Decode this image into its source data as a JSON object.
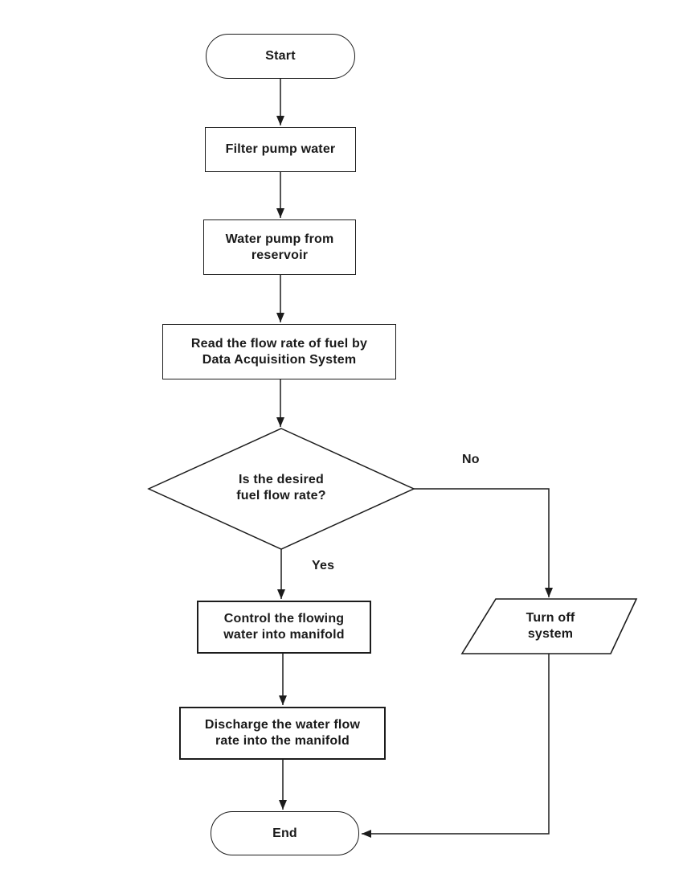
{
  "diagram": {
    "type": "flowchart",
    "background": "#ffffff",
    "stroke_color": "#1c1c1c",
    "text_color": "#1a1a1a"
  },
  "nodes": {
    "start": {
      "type": "terminator",
      "lines": [
        "Start"
      ]
    },
    "filter": {
      "type": "process",
      "lines": [
        "Filter pump water"
      ]
    },
    "water_pump": {
      "type": "process",
      "lines": [
        "Water pump from",
        "reservoir"
      ]
    },
    "read": {
      "type": "process",
      "lines": [
        "Read the flow rate of fuel by",
        "Data Acquisition System"
      ]
    },
    "decision": {
      "type": "decision",
      "lines": [
        "Is the desired",
        "fuel flow rate?"
      ]
    },
    "control": {
      "type": "process",
      "lines": [
        "Control the flowing",
        "water into manifold"
      ]
    },
    "discharge": {
      "type": "process",
      "lines": [
        "Discharge the water flow",
        "rate into the manifold"
      ]
    },
    "turn_off": {
      "type": "input-output",
      "lines": [
        "Turn off",
        "system"
      ]
    },
    "end": {
      "type": "terminator",
      "lines": [
        "End"
      ]
    }
  },
  "edges": [
    {
      "from": "start",
      "to": "filter",
      "label": ""
    },
    {
      "from": "filter",
      "to": "water_pump",
      "label": ""
    },
    {
      "from": "water_pump",
      "to": "read",
      "label": ""
    },
    {
      "from": "read",
      "to": "decision",
      "label": ""
    },
    {
      "from": "decision",
      "to": "control",
      "label": "Yes"
    },
    {
      "from": "decision",
      "to": "turn_off",
      "label": "No"
    },
    {
      "from": "control",
      "to": "discharge",
      "label": ""
    },
    {
      "from": "discharge",
      "to": "end",
      "label": ""
    },
    {
      "from": "turn_off",
      "to": "end",
      "label": ""
    }
  ]
}
